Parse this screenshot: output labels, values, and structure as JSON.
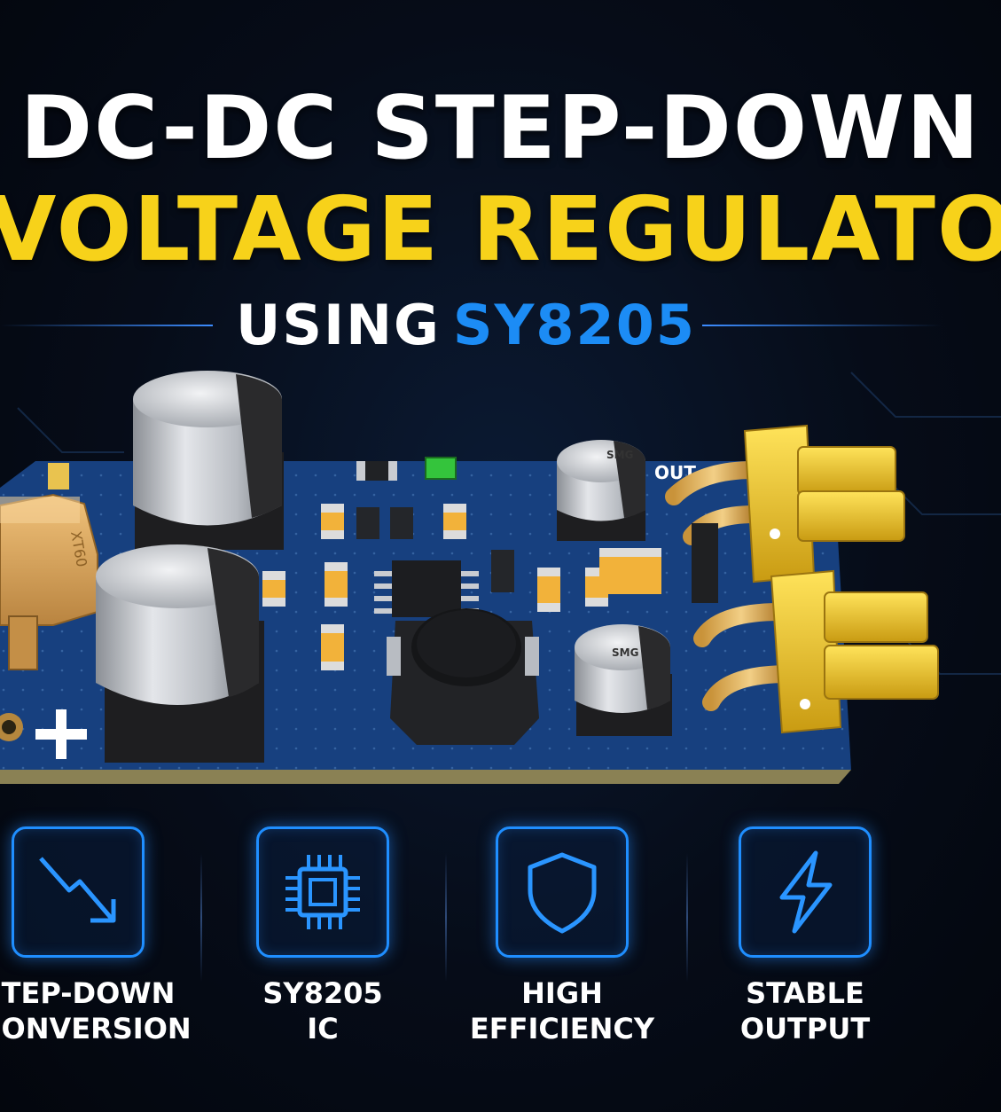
{
  "title": {
    "line1": "DC-DC STEP-DOWN",
    "line2": "VOLTAGE REGULATOR",
    "using": "USING",
    "chip": "SY8205"
  },
  "colors": {
    "title_white": "#ffffff",
    "title_yellow": "#f7d21a",
    "accent_blue": "#1c8cf5",
    "pcb_blue": "#17407f",
    "connector_yellow": "#f2c81e"
  },
  "board": {
    "labels": {
      "out": "OUT",
      "plus": "+",
      "cap_marking": "SMG"
    }
  },
  "features": [
    {
      "icon": "step-down-arrow-icon",
      "line1": "STEP-DOWN",
      "line2": "CONVERSION"
    },
    {
      "icon": "chip-icon",
      "line1": "SY8205",
      "line2": "IC"
    },
    {
      "icon": "shield-icon",
      "line1": "HIGH",
      "line2": "EFFICIENCY"
    },
    {
      "icon": "lightning-bolt-icon",
      "line1": "STABLE",
      "line2": "OUTPUT"
    }
  ]
}
